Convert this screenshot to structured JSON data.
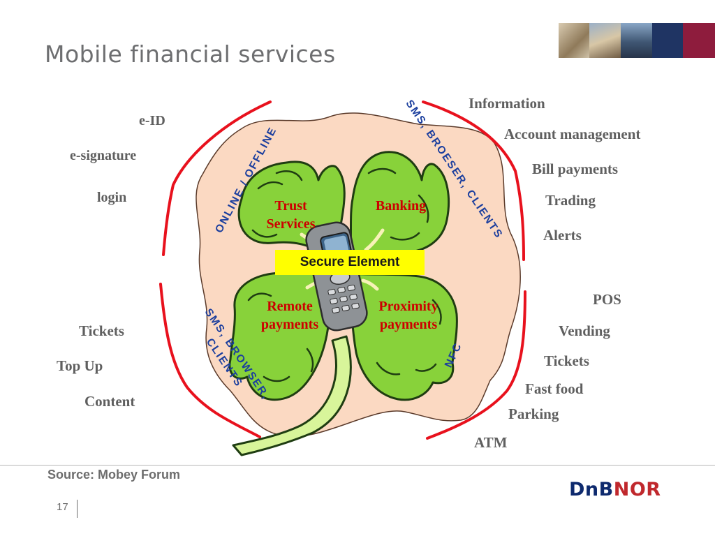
{
  "slide": {
    "title": "Mobile financial services",
    "source": "Source: Mobey Forum",
    "page_number": "17"
  },
  "logo": {
    "part1": "DnB",
    "part2": "NOR"
  },
  "clover": {
    "leaves": [
      "Trust Services",
      "Banking",
      "Remote payments",
      "Proximity payments"
    ],
    "trust_line1": "Trust",
    "trust_line2": "Services",
    "banking": "Banking",
    "remote_line1": "Remote",
    "remote_line2": "payments",
    "proximity_line1": "Proximity",
    "proximity_line2": "payments",
    "center": "Secure Element"
  },
  "channels": {
    "top_left": "Online / offline",
    "top_right": "SMS, broeser, clients",
    "bottom_left_line1": "SMS, browser,",
    "bottom_left_line2": "clients",
    "bottom_right": "NFC"
  },
  "groups": {
    "trust": [
      "e-ID",
      "e-signature",
      "login"
    ],
    "banking": [
      "Information",
      "Account management",
      "Bill payments",
      "Trading",
      "Alerts"
    ],
    "remote": [
      "Tickets",
      "Top Up",
      "Content"
    ],
    "proximity": [
      "POS",
      "Vending",
      "Tickets",
      "Fast food",
      "Parking",
      "ATM"
    ]
  },
  "colors": {
    "leaf_green": "#88d23a",
    "blob_peach": "#fbd9c2",
    "arc_red": "#e8111d",
    "highlight_yellow": "#ffff00",
    "channel_blue": "#1c3f9e",
    "brand_navy": "#0e2a6e",
    "brand_red": "#c0282d"
  }
}
